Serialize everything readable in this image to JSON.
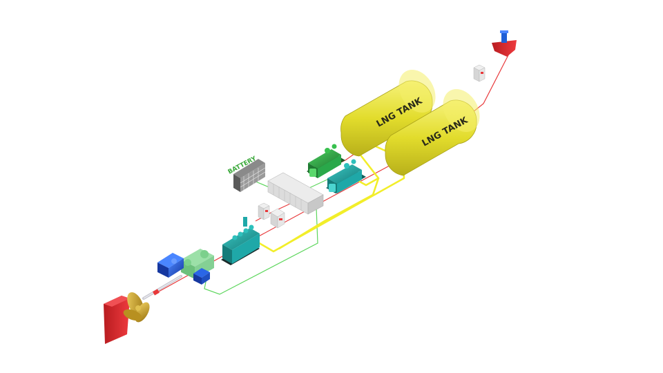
{
  "labels": {
    "tank_1": "LNG TANK",
    "tank_2": "LNG TANK",
    "battery": "BATTERY"
  },
  "colors": {
    "lng_pipe": "#f2ee2a",
    "electric_line": "#e8383a",
    "control_line": "#5cd65c",
    "tank_fill": "#e6e03a",
    "engine_teal": "#1fa8a8",
    "engine_green": "#2aa84a",
    "motor_blue": "#1f5fd6",
    "rudder_red": "#d6262a",
    "propeller_gold": "#c8a020"
  }
}
